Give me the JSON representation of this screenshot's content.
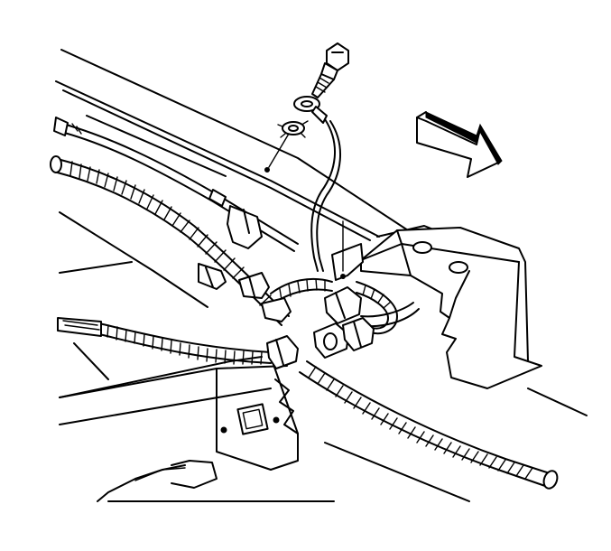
{
  "diagram": {
    "background_color": "#ffffff",
    "line_color": "#000000",
    "parts": [
      "hood-panel",
      "ground-bolt",
      "lock-washer",
      "ground-strap",
      "wiring-harness",
      "harness-clips",
      "mounting-bracket",
      "direction-arrow"
    ]
  }
}
